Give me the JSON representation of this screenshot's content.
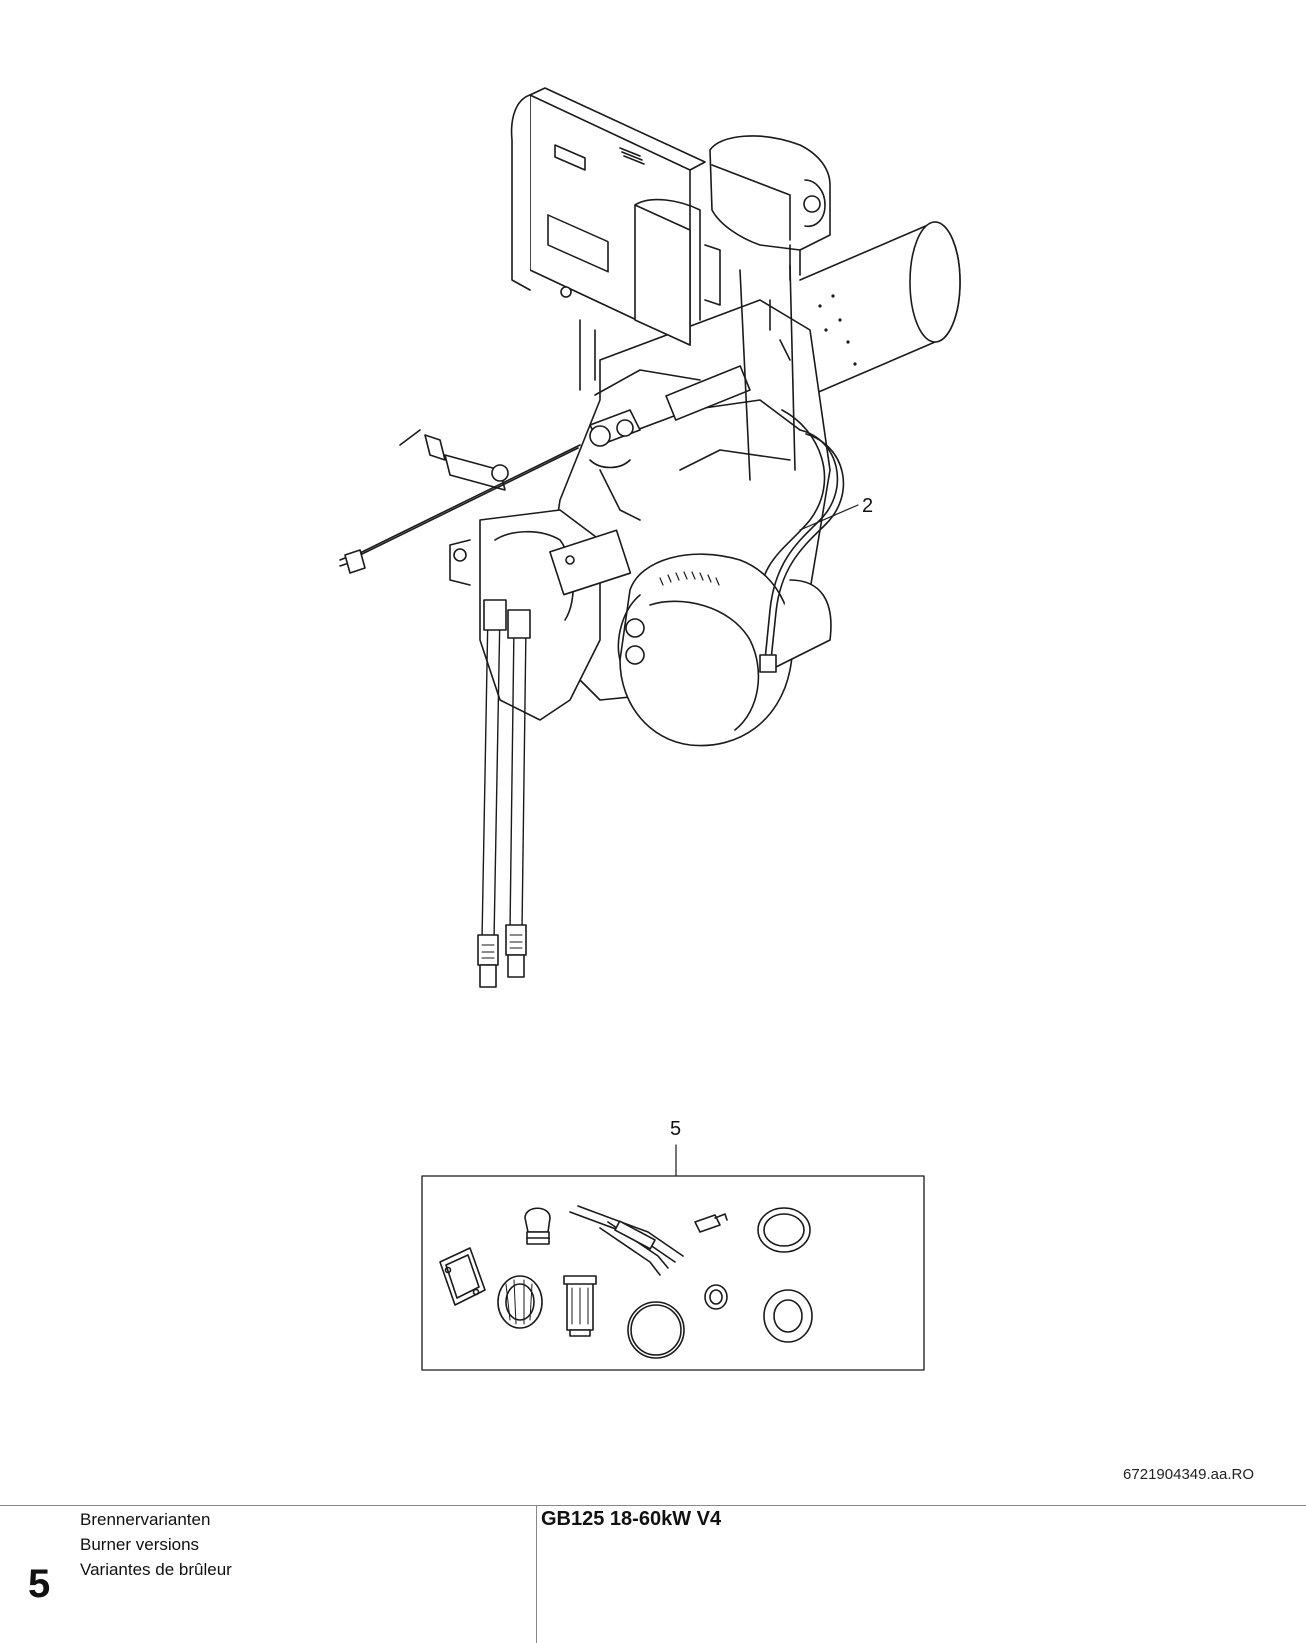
{
  "callouts": {
    "c2": "2",
    "c5": "5"
  },
  "document_code": "6721904349.aa.RO",
  "footer": {
    "section_number": "5",
    "titles": [
      "Brennervarianten",
      "Burner versions",
      "Variantes de brûleur"
    ],
    "model": "GB125 18-60kW V4"
  },
  "colors": {
    "line": "#1a1a1a",
    "rule": "#888888"
  }
}
